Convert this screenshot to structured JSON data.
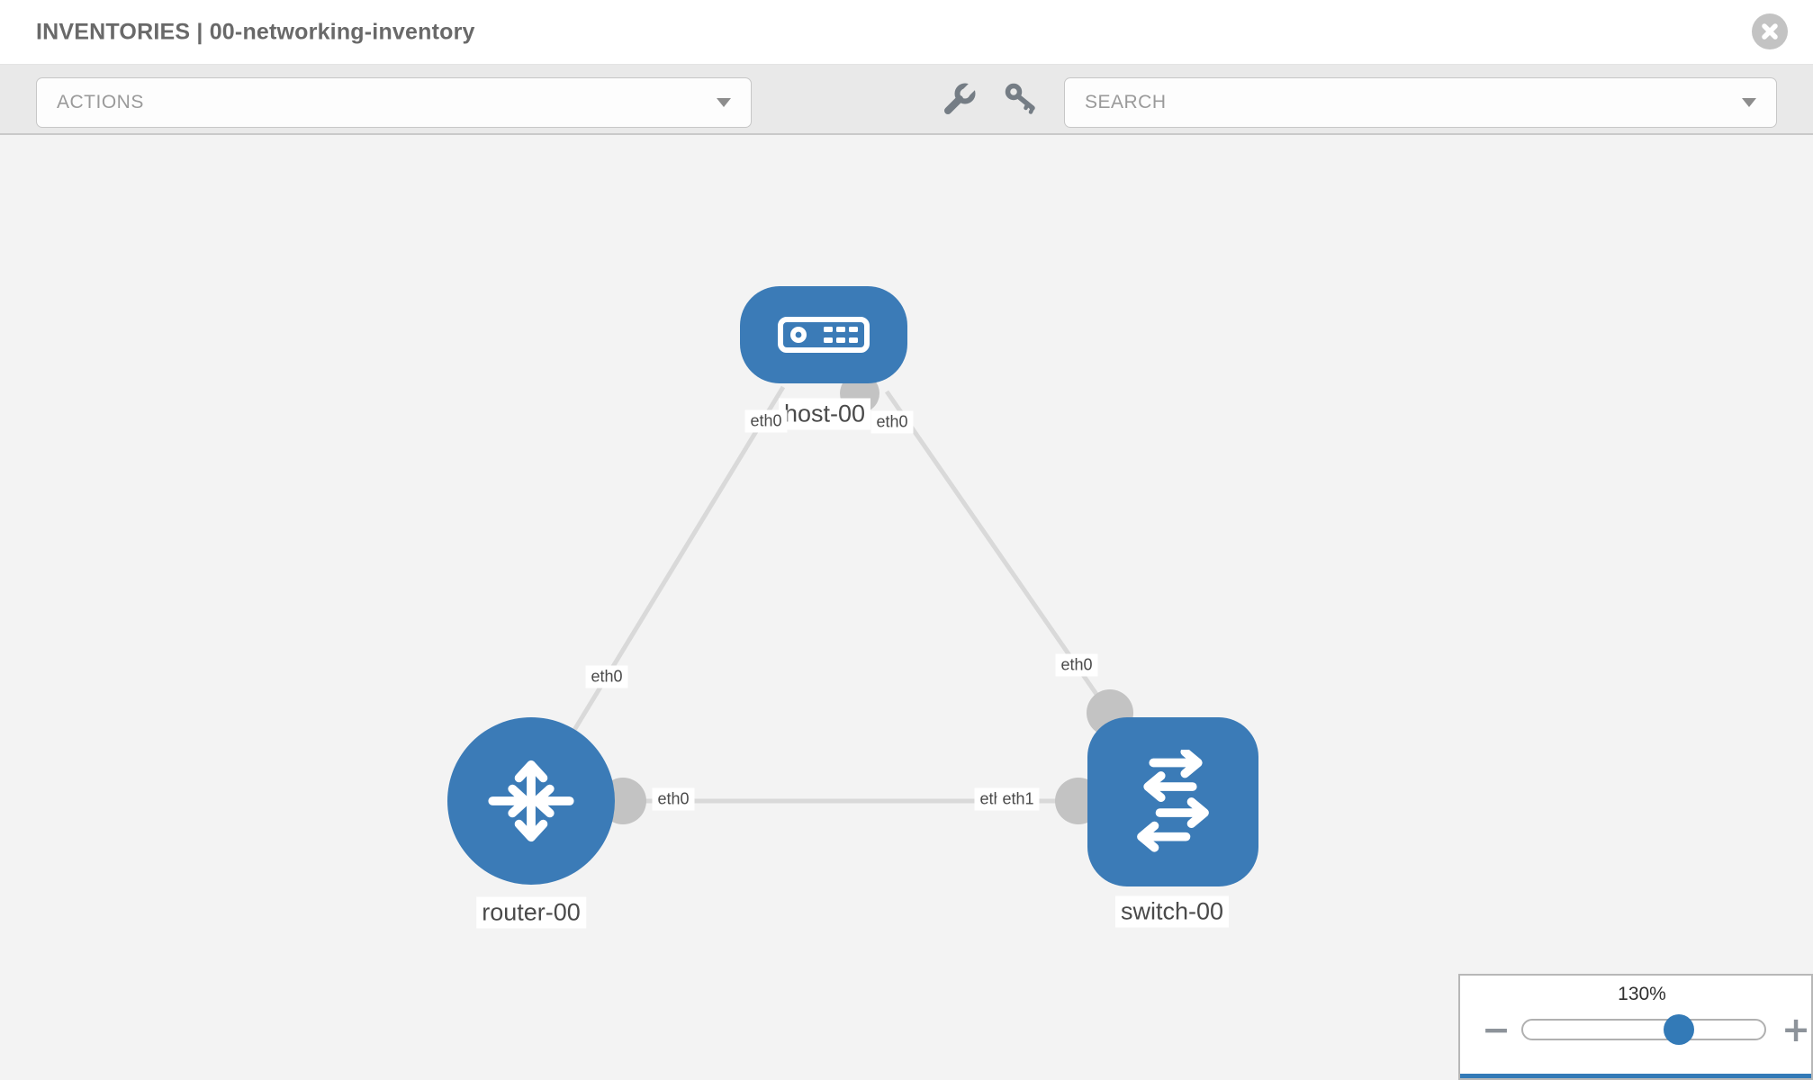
{
  "header": {
    "title": "INVENTORIES | 00-networking-inventory"
  },
  "toolbar": {
    "actions_label": "ACTIONS",
    "search_placeholder": "SEARCH",
    "tools": [
      {
        "name": "wrench"
      },
      {
        "name": "key"
      }
    ]
  },
  "diagram": {
    "nodes": [
      {
        "id": "host-00",
        "type": "host",
        "label": "host-00"
      },
      {
        "id": "router-00",
        "type": "router",
        "label": "router-00"
      },
      {
        "id": "switch-00",
        "type": "switch",
        "label": "switch-00"
      }
    ],
    "links": [
      {
        "source": "host-00",
        "target": "router-00",
        "source_interface": "eth0",
        "target_interface": "eth0"
      },
      {
        "source": "host-00",
        "target": "switch-00",
        "source_interface": "eth0",
        "target_interface": "eth0"
      },
      {
        "source": "router-00",
        "target": "switch-00",
        "source_interface": "eth0",
        "target_interface": "eth1"
      }
    ]
  },
  "zoom_control": {
    "level": "130%",
    "zoom_out_label": "−",
    "zoom_in_label": "+"
  },
  "colors": {
    "node_fill": "#3b7bb7",
    "link": "#d9d9d9",
    "interface_dot": "#c3c3c3",
    "accent": "#337ab7"
  }
}
